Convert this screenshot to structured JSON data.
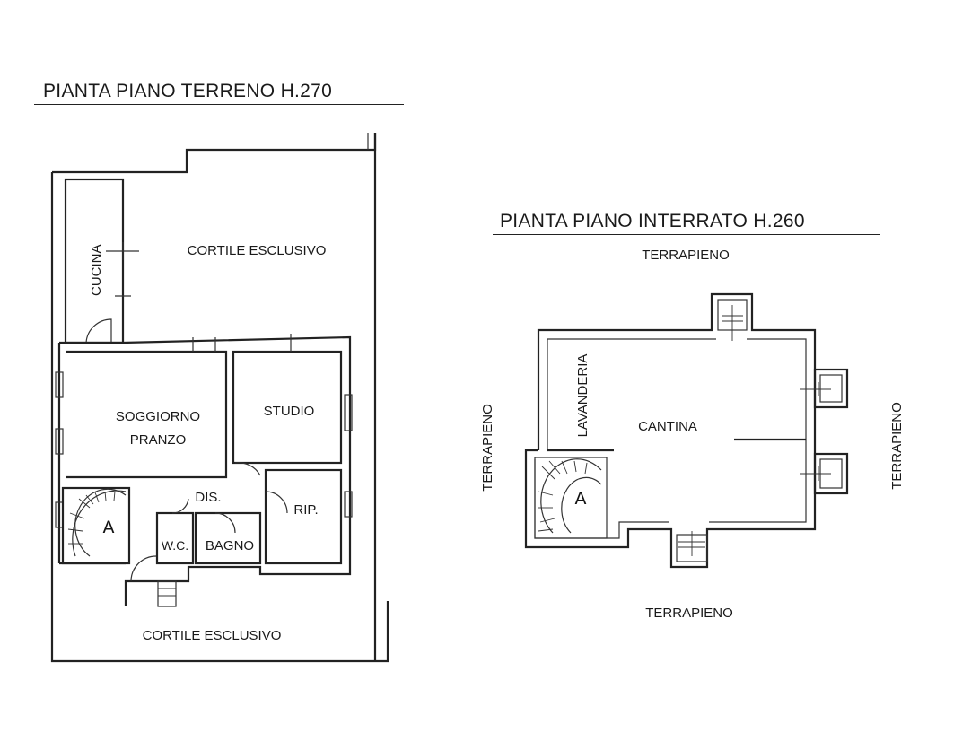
{
  "ground_floor": {
    "title": "PIANTA PIANO TERRENO H.270",
    "rooms": {
      "cucina": "CUCINA",
      "cortile_top": "CORTILE ESCLUSIVO",
      "soggiorno": "SOGGIORNO",
      "pranzo": "PRANZO",
      "studio": "STUDIO",
      "dis": "DIS.",
      "rip": "RIP.",
      "wc": "W.C.",
      "bagno": "BAGNO",
      "stair_marker": "A",
      "cortile_bottom": "CORTILE ESCLUSIVO"
    }
  },
  "basement": {
    "title": "PIANTA PIANO INTERRATO H.260",
    "labels": {
      "terrapieno_top": "TERRAPIENO",
      "terrapieno_bottom": "TERRAPIENO",
      "terrapieno_left": "TERRAPIENO",
      "terrapieno_right": "TERRAPIENO",
      "lavanderia": "LAVANDERIA",
      "cantina": "CANTINA",
      "stair_marker": "A"
    }
  }
}
